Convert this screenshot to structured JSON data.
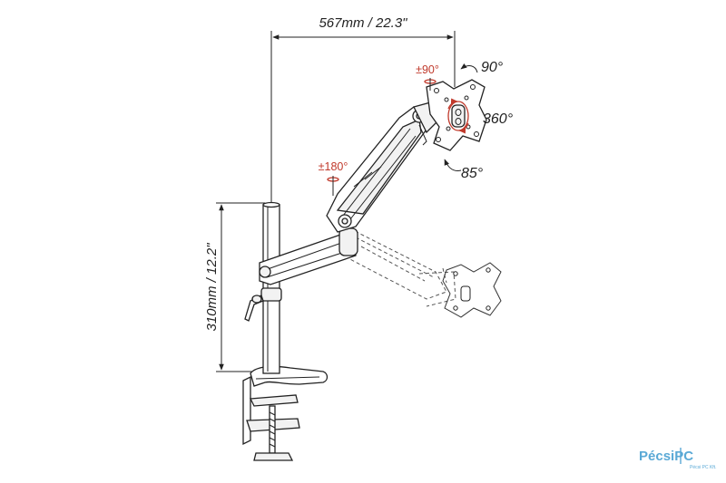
{
  "dimensions": {
    "reach": "567mm / 22.3\"",
    "height": "310mm / 12.2\""
  },
  "angles": {
    "tilt_up": "90°",
    "rotation": "360°",
    "tilt_down": "85°",
    "swivel_head": "±90°",
    "swivel_arm": "±180°"
  },
  "logo": {
    "brand": "PécsiPC",
    "tagline": "Pécsi PC Kft."
  },
  "colors": {
    "accent_red": "#c0392b",
    "logo_blue": "#5aa9d6",
    "line": "#222222"
  }
}
